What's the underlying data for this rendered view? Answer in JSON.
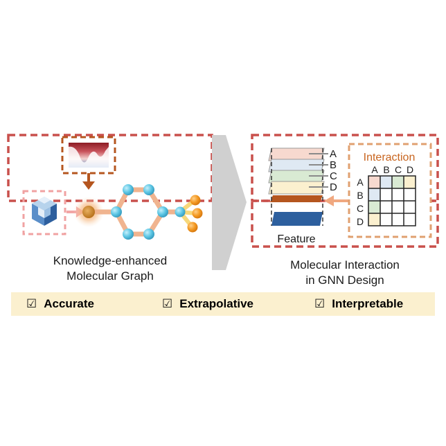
{
  "left_panel": {
    "caption_line1": "Knowledge-enhanced",
    "caption_line2": "Molecular Graph"
  },
  "right_panel": {
    "caption_line1": "Molecular Interaction",
    "caption_line2": "in GNN Design",
    "feature_label": "Feature",
    "layer_labels": [
      "A",
      "B",
      "C",
      "D"
    ],
    "interaction_title": "Interaction",
    "matrix_columns": [
      "A",
      "B",
      "C",
      "D"
    ],
    "matrix_rows": [
      "A",
      "B",
      "C",
      "D"
    ]
  },
  "banner": {
    "items": [
      "Accurate",
      "Extrapolative",
      "Interpretable"
    ],
    "check_glyph": "☑"
  },
  "colors": {
    "dashed_border": "#c9504c",
    "inner_dashed_border": "#e0a070",
    "atom": "#5cc6e4",
    "bond": "#f0b48f",
    "interaction_title": "#c8641e",
    "banner_bg": "#fbf0cf"
  }
}
